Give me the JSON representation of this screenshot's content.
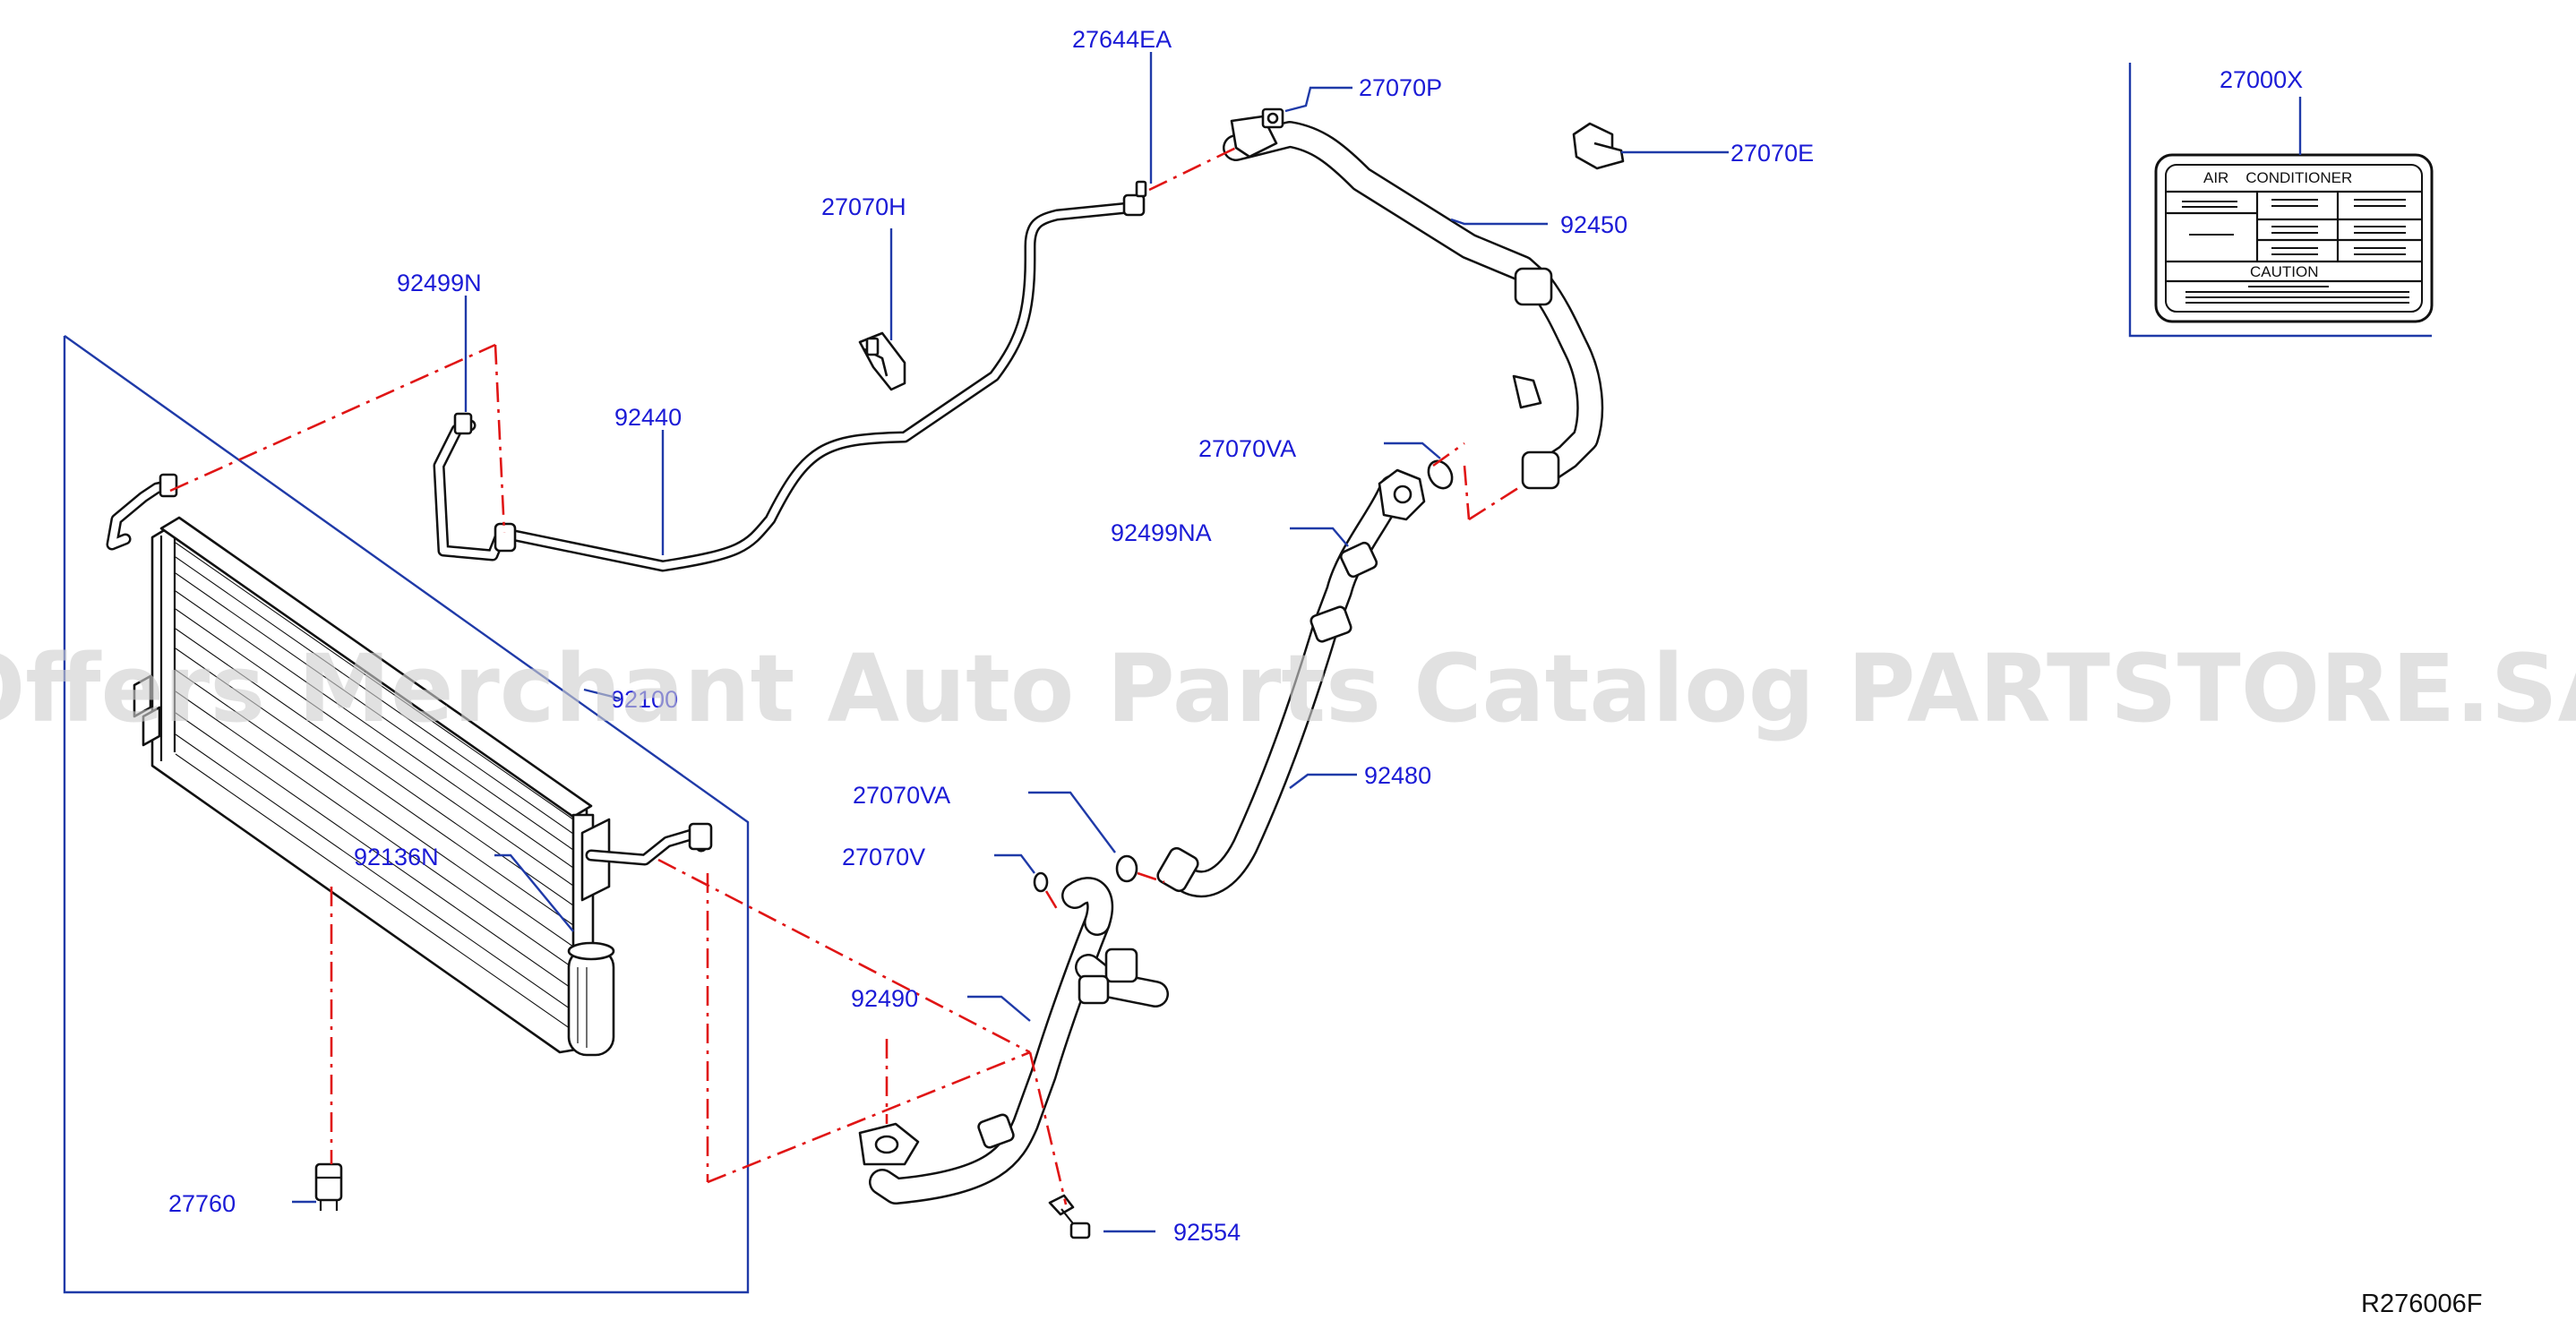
{
  "diagram_id": "R276006F",
  "watermark": "Offers Merchant Auto Parts Catalog PARTSTORE.SA",
  "label_color": "#1b1bd6",
  "leader_color": "#1f3aa8",
  "dash_color": "#e01515",
  "parts": {
    "p27644EA": "27644EA",
    "p27070P": "27070P",
    "p27070E": "27070E",
    "p27000X": "27000X",
    "p92450": "92450",
    "p27070H": "27070H",
    "p92499N": "92499N",
    "p92440": "92440",
    "p27070VA_upper": "27070VA",
    "p92499NA": "92499NA",
    "p92100": "92100",
    "p92480": "92480",
    "p27070VA_lower": "27070VA",
    "p27070V": "27070V",
    "p92136N": "92136N",
    "p92490": "92490",
    "p27760": "27760",
    "p92554": "92554"
  },
  "label_card": {
    "title": "AIR    CONDITIONER",
    "caution": "CAUTION"
  }
}
